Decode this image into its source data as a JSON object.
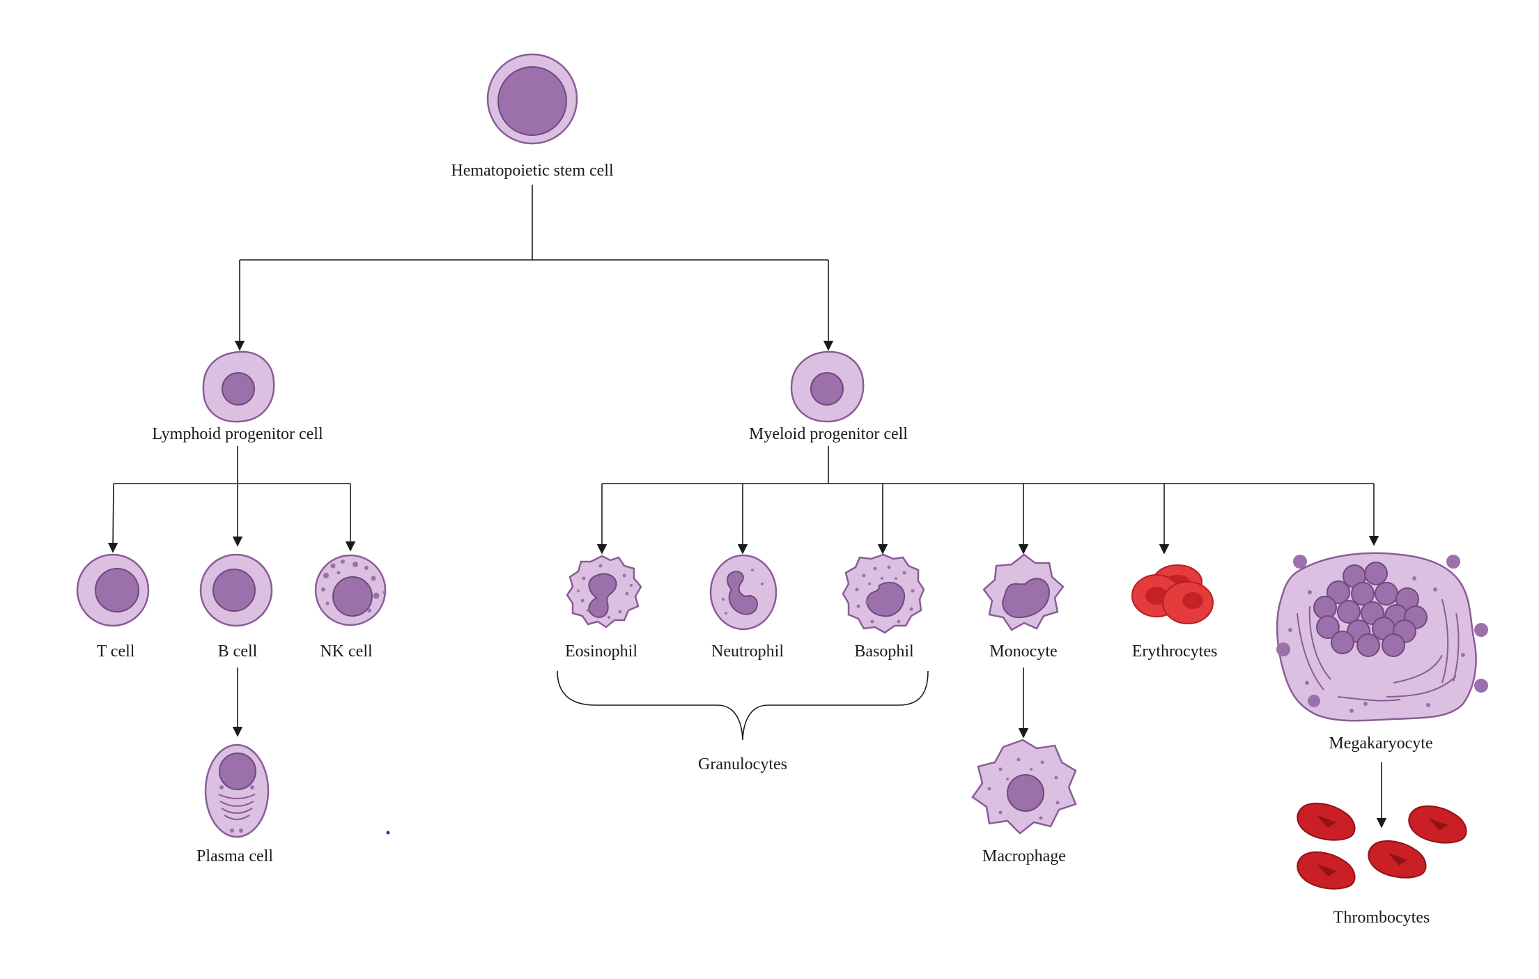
{
  "labels": {
    "hsc": "Hematopoietic stem cell",
    "lymphoid": "Lymphoid progenitor cell",
    "myeloid": "Myeloid progenitor cell",
    "t_cell": "T cell",
    "b_cell": "B cell",
    "nk_cell": "NK cell",
    "plasma_cell": "Plasma cell",
    "eosinophil": "Eosinophil",
    "neutrophil": "Neutrophil",
    "basophil": "Basophil",
    "monocyte": "Monocyte",
    "erythrocytes": "Erythrocytes",
    "megakaryocyte": "Megakaryocyte",
    "granulocytes": "Granulocytes",
    "macrophage": "Macrophage",
    "thrombocytes": "Thrombocytes"
  },
  "colors": {
    "cell_membrane": "#dcc0e2",
    "nucleus": "#9b70ab",
    "outline": "#8a5c96",
    "red_cell": "#e43b3d",
    "platelet": "#c91f25"
  }
}
